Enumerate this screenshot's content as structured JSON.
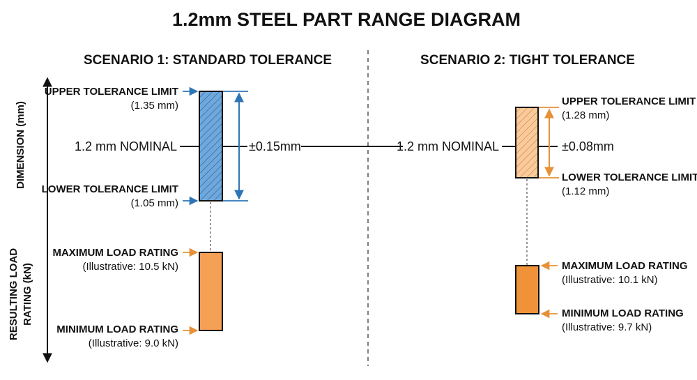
{
  "title": "1.2mm STEEL PART RANGE DIAGRAM",
  "axis": {
    "dimension_label": "DIMENSION (mm)",
    "load_label_line1": "RESULTING LOAD",
    "load_label_line2": "RATING (kN)"
  },
  "colors": {
    "standard_dimension_fill": "#6fa8dc",
    "standard_accent": "#2e75b6",
    "tight_dimension_fill": "#f9cb9c",
    "load_fill": "#f4a055",
    "tight_load_fill": "#f0923a",
    "tight_accent": "#e69138"
  },
  "scenario1": {
    "heading": "SCENARIO 1: STANDARD TOLERANCE",
    "upper_label": "UPPER TOLERANCE LIMIT",
    "upper_value": "(1.35 mm)",
    "nominal_label": "1.2 mm NOMINAL",
    "lower_label": "LOWER TOLERANCE LIMIT",
    "lower_value": "(1.05 mm)",
    "tolerance": "±0.15mm",
    "max_load_label": "MAXIMUM LOAD RATING",
    "max_load_value": "(Illustrative: 10.5 kN)",
    "min_load_label": "MINIMUM LOAD RATING",
    "min_load_value": "(Illustrative: 9.0 kN)"
  },
  "scenario2": {
    "heading": "SCENARIO 2: TIGHT TOLERANCE",
    "upper_label": "UPPER TOLERANCE LIMIT",
    "upper_value": "(1.28 mm)",
    "nominal_label": "1.2 mm NOMINAL",
    "lower_label": "LOWER TOLERANCE LIMIT",
    "lower_value": "(1.12 mm)",
    "tolerance": "±0.08mm",
    "max_load_label": "MAXIMUM LOAD RATING",
    "max_load_value": "(Illustrative: 10.1 kN)",
    "min_load_label": "MINIMUM LOAD RATING",
    "min_load_value": "(Illustrative: 9.7 kN)"
  }
}
